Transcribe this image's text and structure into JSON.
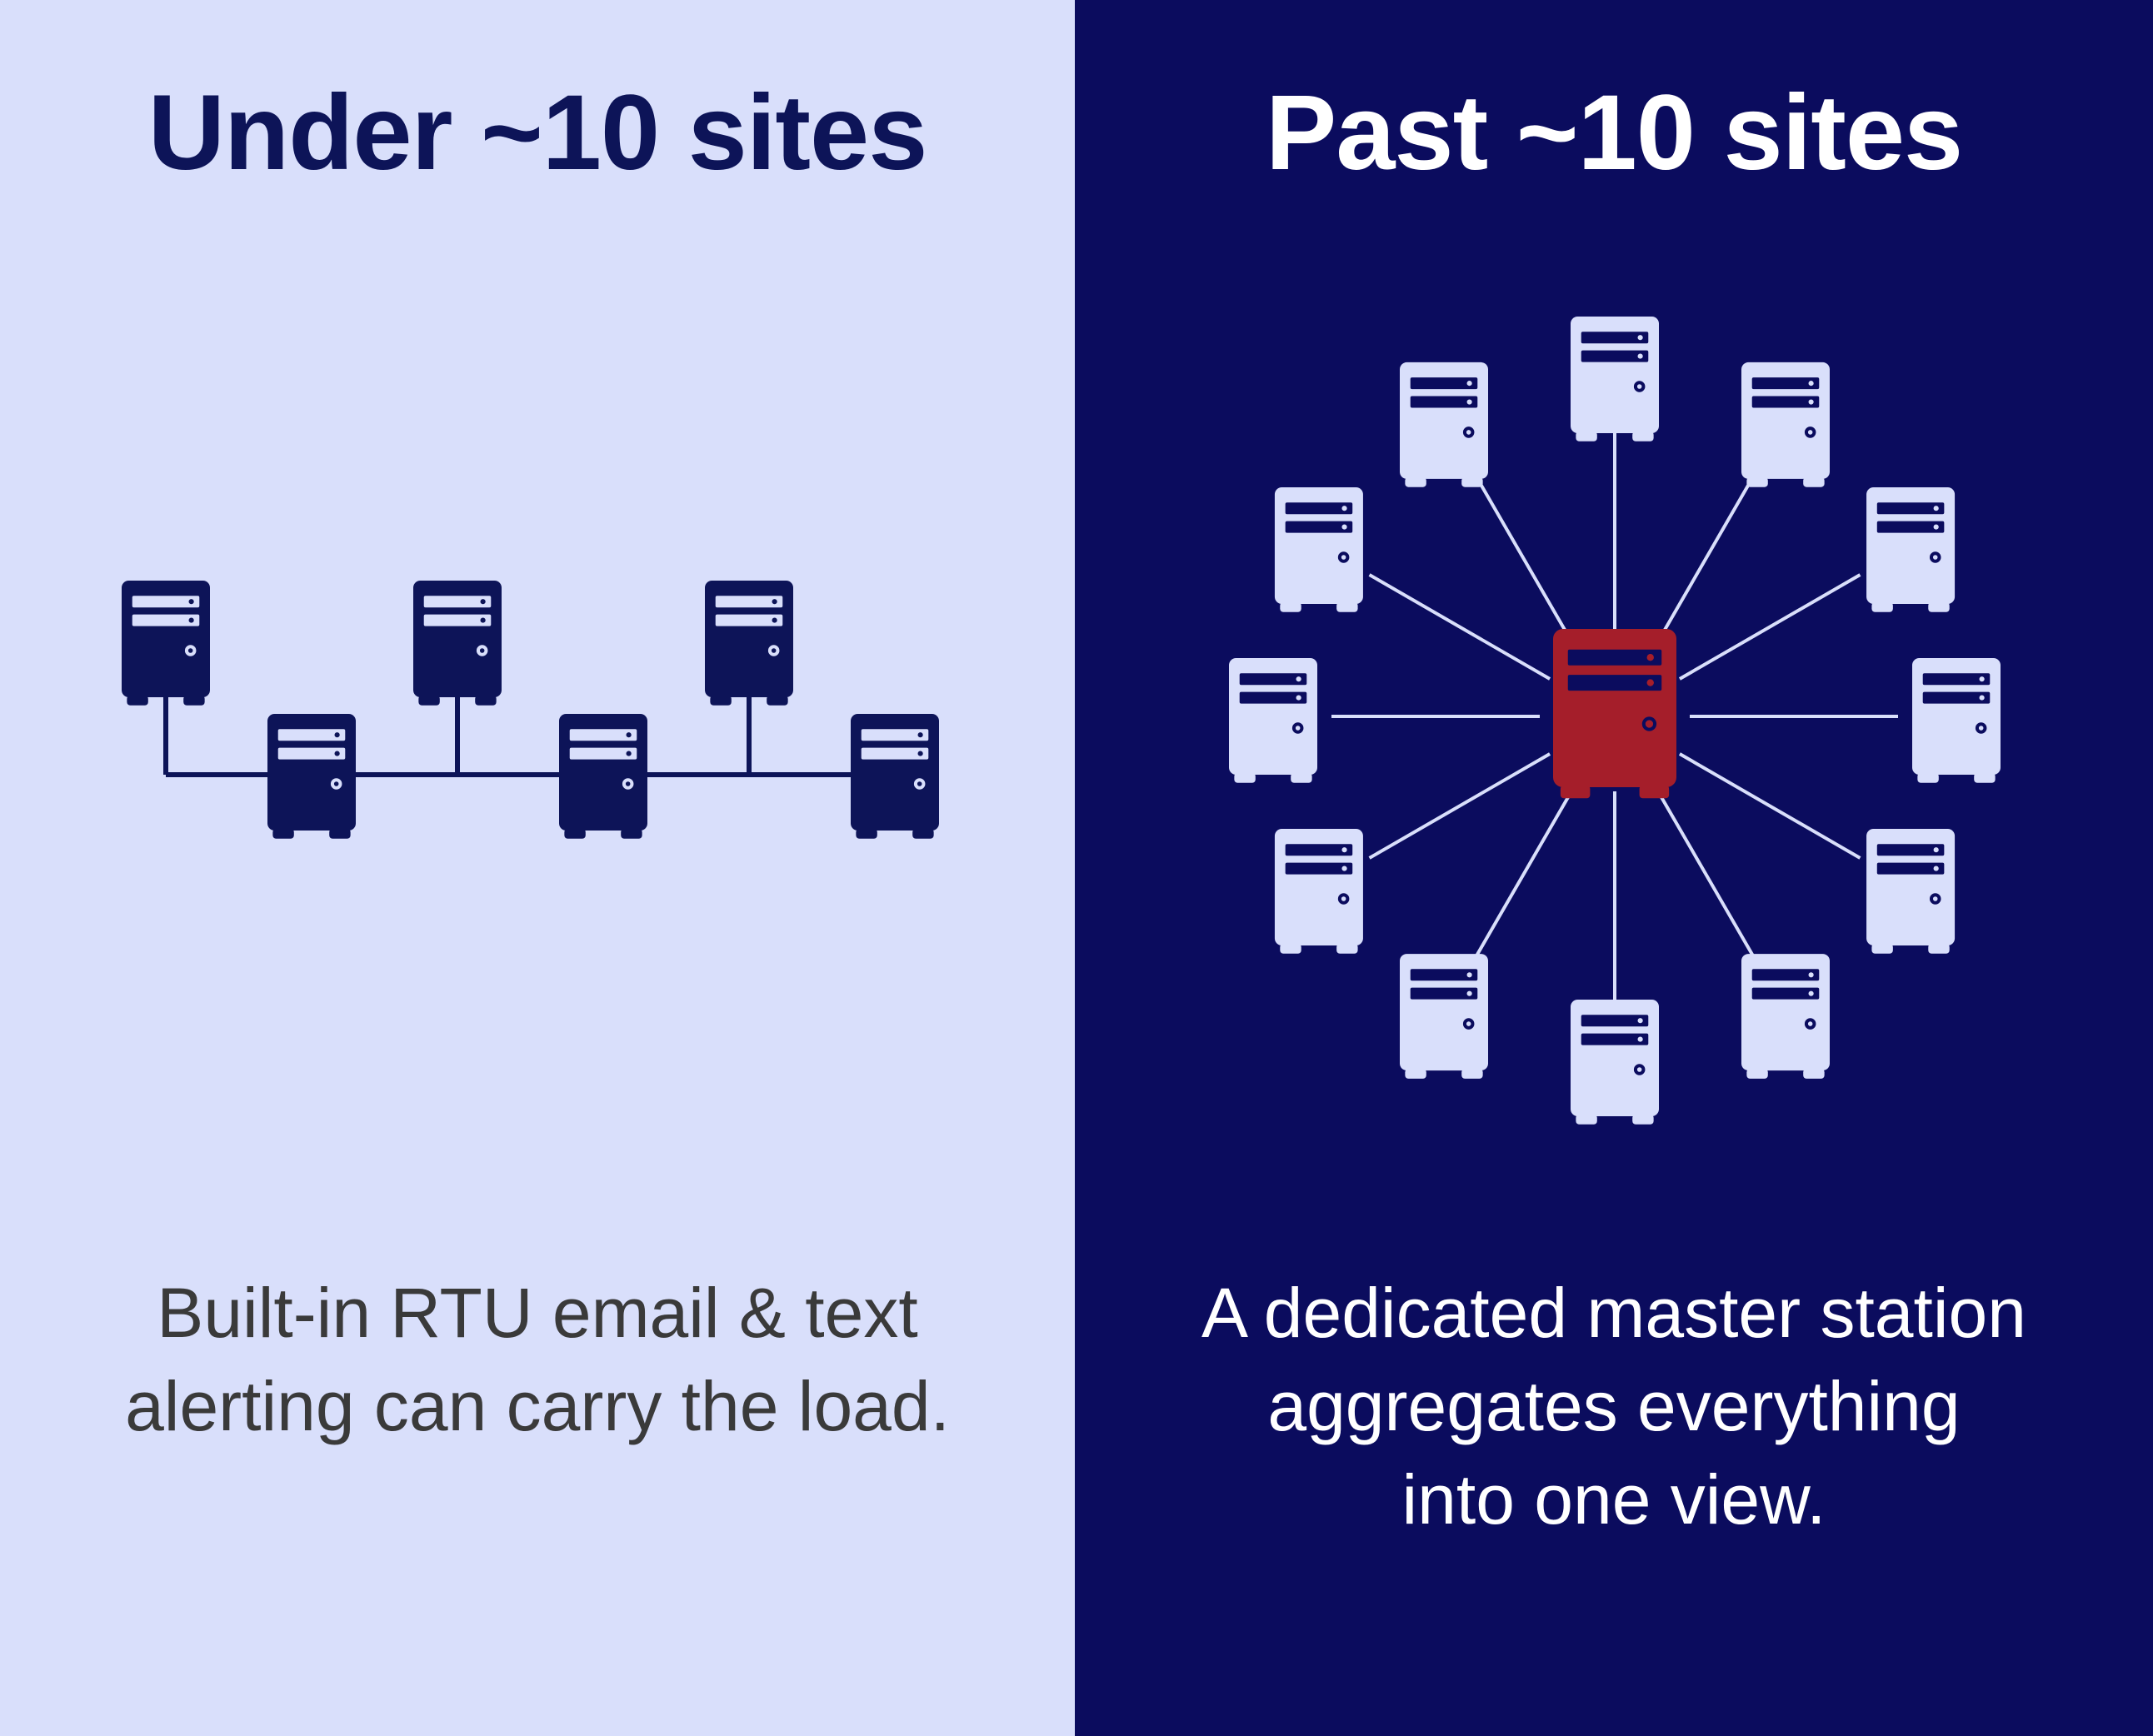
{
  "colors": {
    "left_bg": "#d9dffb",
    "right_bg": "#0b0c5e",
    "navy": "#0d1458",
    "light_server": "#d9dffb",
    "master_server": "#a51e2a",
    "caption_dark": "#3a3a3a",
    "white": "#ffffff"
  },
  "left": {
    "title": "Under ~10 sites",
    "caption_lines": [
      "Built-in RTU email & text",
      "alerting can carry the load."
    ]
  },
  "right": {
    "title": "Past ~10 sites",
    "caption_lines": [
      "A dedicated master station",
      "aggregates everything",
      "into one view."
    ]
  },
  "diagrams": {
    "bus_topology": {
      "node_count": 6,
      "icon": "server-icon"
    },
    "star_topology": {
      "satellite_count": 12,
      "hub_icon": "master-station-icon",
      "icon": "server-icon"
    }
  }
}
